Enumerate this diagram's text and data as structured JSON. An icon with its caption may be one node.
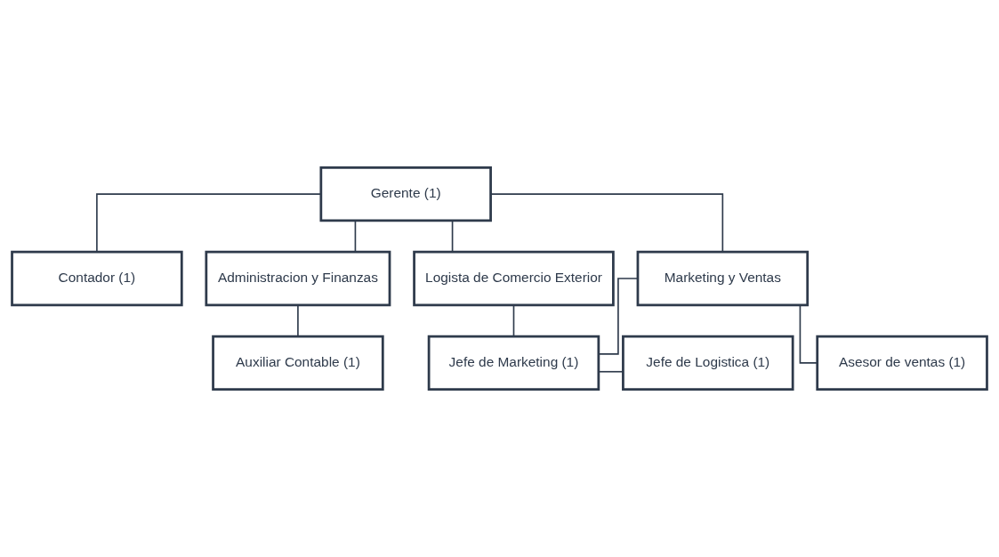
{
  "diagram": {
    "nodes": [
      {
        "text": [
          "Gerente (1)"
        ]
      },
      {
        "text": [
          "Contador (1)"
        ]
      },
      {
        "text": [
          "Administracion y Finanzas"
        ]
      },
      {
        "text": [
          "Marketing y Ventas"
        ]
      },
      {
        "text": [
          "Logista de Comercio Exterior"
        ]
      },
      {
        "text": [
          "Auxiliar Contable (1)"
        ]
      },
      {
        "text": [
          "Jefe de Marketing (1)"
        ]
      },
      {
        "text": [
          "Jefe de Logistica (1)"
        ]
      },
      {
        "text": [
          "Asesor de ventas (1)"
        ]
      }
    ],
    "edges": [
      {
        "from": 0,
        "to": 1,
        "arrow": "none"
      },
      {
        "from": 0,
        "to": 2,
        "arrow": "none"
      },
      {
        "from": 0,
        "to": 3,
        "arrow": "none"
      },
      {
        "from": 0,
        "to": 4,
        "arrow": "none"
      },
      {
        "from": 2,
        "to": 5,
        "arrow": "none"
      },
      {
        "from": 3,
        "to": 6,
        "arrow": "none"
      },
      {
        "from": 3,
        "to": 8,
        "arrow": "none"
      },
      {
        "from": 4,
        "to": 6,
        "arrow": "none"
      },
      {
        "from": 6,
        "to": 7,
        "arrow": "none"
      }
    ]
  }
}
